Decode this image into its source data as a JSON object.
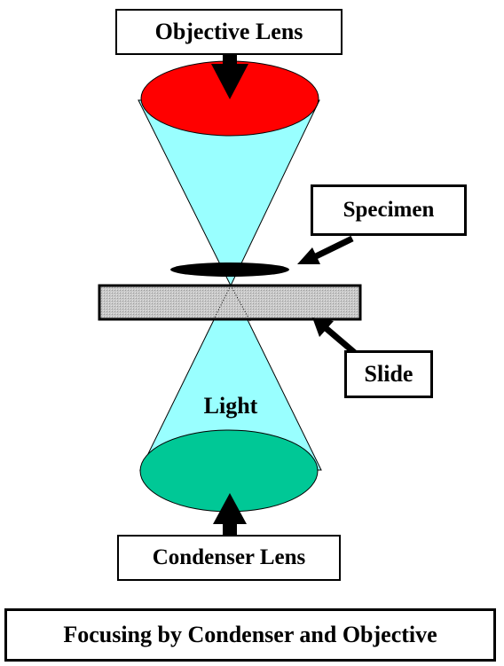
{
  "labels": {
    "objective_lens": "Objective Lens",
    "specimen": "Specimen",
    "slide": "Slide",
    "light": "Light",
    "condenser_lens": "Condenser Lens",
    "caption": "Focusing by Condenser and Objective"
  },
  "colors": {
    "objective_lens": "#ff0000",
    "condenser_lens": "#00c896",
    "light_cone": "#99ffff",
    "slide": "#d0d0d0",
    "specimen": "#000000"
  }
}
